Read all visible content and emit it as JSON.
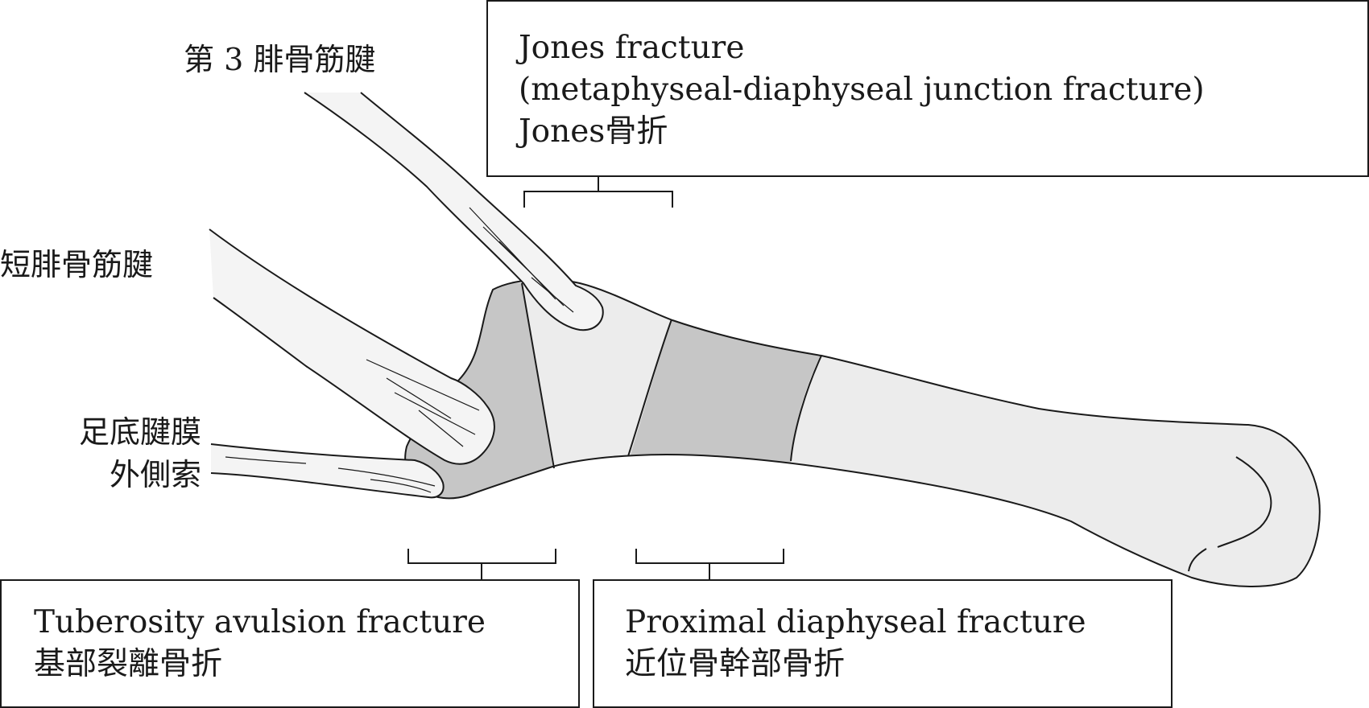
{
  "labels": {
    "peroneus_tertius": "第 3 腓骨筋腱",
    "peroneus_brevis": "短腓骨筋腱",
    "plantar_fascia_1": "足底腱膜",
    "plantar_fascia_2": "外側索"
  },
  "boxes": {
    "jones": {
      "line1": "Jones fracture",
      "line2": "(metaphyseal-diaphyseal junction fracture)",
      "line3": "Jones骨折"
    },
    "tuberosity": {
      "line1": "Tuberosity avulsion fracture",
      "line2": "基部裂離骨折"
    },
    "proximal": {
      "line1": "Proximal diaphyseal fracture",
      "line2": "近位骨幹部骨折"
    }
  },
  "colors": {
    "outline": "#1a1a1a",
    "zone_dark": "#c6c6c6",
    "zone_light": "#ececec",
    "tendon_fill": "#f4f4f4"
  }
}
